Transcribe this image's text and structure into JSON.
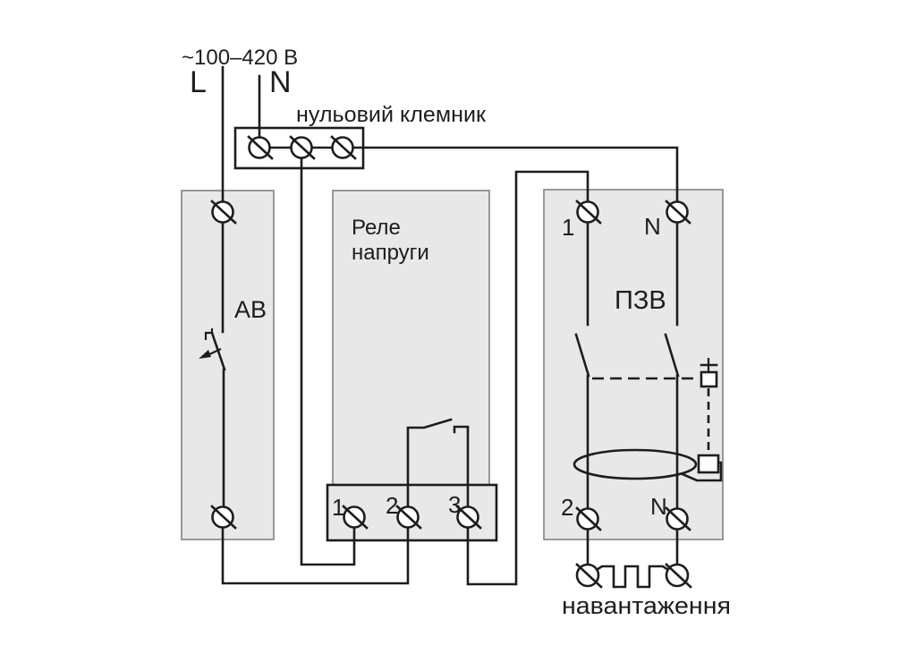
{
  "supply": {
    "voltage_label": "~100–420 В",
    "line_label": "L",
    "neutral_label": "N"
  },
  "neutral_terminal_block": {
    "label": "нульовий клемник"
  },
  "breaker": {
    "label": "АВ"
  },
  "voltage_relay": {
    "name_line1": "Реле",
    "name_line2": "напруги",
    "terminal_labels": [
      "1",
      "2",
      "3"
    ]
  },
  "rcd": {
    "label": "ПЗВ",
    "input_terminal_labels": [
      "1",
      "N"
    ],
    "output_terminal_labels": [
      "2",
      "N"
    ]
  },
  "load": {
    "label": "навантаження"
  },
  "colors": {
    "wire": "#1d1d1b",
    "block_fill": "#e8e8e8",
    "block_border": "#8e8e8e",
    "background": "#ffffff"
  }
}
